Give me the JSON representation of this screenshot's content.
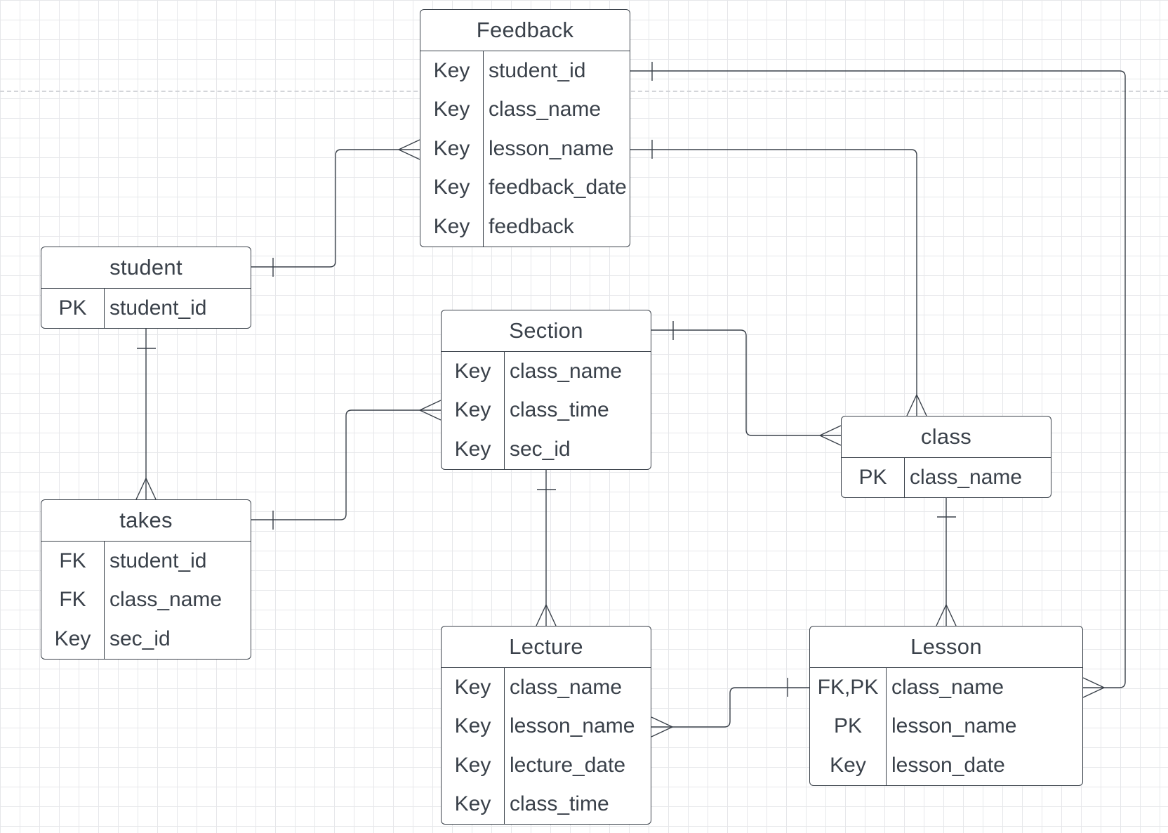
{
  "diagram": {
    "entities": {
      "feedback": {
        "title": "Feedback",
        "fields": [
          {
            "key": "Key",
            "name": "student_id"
          },
          {
            "key": "Key",
            "name": "class_name"
          },
          {
            "key": "Key",
            "name": "lesson_name"
          },
          {
            "key": "Key",
            "name": "feedback_date"
          },
          {
            "key": "Key",
            "name": "feedback"
          }
        ]
      },
      "student": {
        "title": "student",
        "fields": [
          {
            "key": "PK",
            "name": "student_id"
          }
        ]
      },
      "section": {
        "title": "Section",
        "fields": [
          {
            "key": "Key",
            "name": "class_name"
          },
          {
            "key": "Key",
            "name": "class_time"
          },
          {
            "key": "Key",
            "name": "sec_id"
          }
        ]
      },
      "class": {
        "title": "class",
        "fields": [
          {
            "key": "PK",
            "name": "class_name"
          }
        ]
      },
      "takes": {
        "title": "takes",
        "fields": [
          {
            "key": "FK",
            "name": "student_id"
          },
          {
            "key": "FK",
            "name": "class_name"
          },
          {
            "key": "Key",
            "name": "sec_id"
          }
        ]
      },
      "lecture": {
        "title": "Lecture",
        "fields": [
          {
            "key": "Key",
            "name": "class_name"
          },
          {
            "key": "Key",
            "name": "lesson_name"
          },
          {
            "key": "Key",
            "name": "lecture_date"
          },
          {
            "key": "Key",
            "name": "class_time"
          }
        ]
      },
      "lesson": {
        "title": "Lesson",
        "fields": [
          {
            "key": "FK,PK",
            "name": "class_name"
          },
          {
            "key": "PK",
            "name": "lesson_name"
          },
          {
            "key": "Key",
            "name": "lesson_date"
          }
        ]
      }
    },
    "relationships": [
      {
        "from": "student",
        "to": "feedback",
        "from_end": "one",
        "to_end": "many"
      },
      {
        "from": "student",
        "to": "takes",
        "from_end": "one",
        "to_end": "many"
      },
      {
        "from": "takes",
        "to": "section",
        "from_end": "one",
        "to_end": "many"
      },
      {
        "from": "section",
        "to": "class",
        "from_end": "one",
        "to_end": "many"
      },
      {
        "from": "feedback",
        "to": "class",
        "from_end": "one",
        "to_end": "many"
      },
      {
        "from": "feedback",
        "to": "lesson",
        "from_end": "one",
        "to_end": "many"
      },
      {
        "from": "section",
        "to": "lecture",
        "from_end": "one",
        "to_end": "many"
      },
      {
        "from": "class",
        "to": "lesson",
        "from_end": "one",
        "to_end": "many"
      },
      {
        "from": "lesson",
        "to": "lecture",
        "from_end": "one",
        "to_end": "many"
      }
    ],
    "colors": {
      "line": "#3a414a",
      "grid": "#e6e7ea",
      "background": "#ffffff"
    }
  }
}
